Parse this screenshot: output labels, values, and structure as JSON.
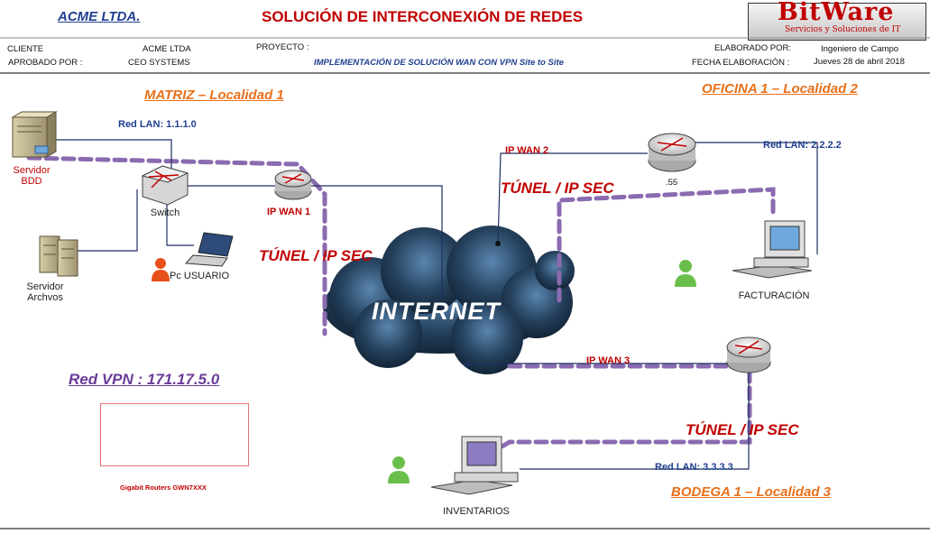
{
  "header": {
    "company": "ACME LTDA.",
    "title": "SOLUCIÓN DE INTERCONEXIÓN DE REDES",
    "logo_brand": "BitWare",
    "logo_tagline": "Servicios y Soluciones de IT"
  },
  "meta": {
    "client_label": "CLIENTE",
    "client_value": "ACME LTDA",
    "approved_label": "APROBADO  POR  :",
    "approved_value": "CEO SYSTEMS",
    "project_label": "PROYECTO  :",
    "project_value": "IMPLEMENTACIÓN DE SOLUCIÓN WAN CON VPN Site to Site",
    "prepared_label": "ELABORADO POR:",
    "prepared_value": "Ingeniero de Campo",
    "date_label": "FECHA ELABORACIÓN  :",
    "date_value": "Jueves 28 de abril 2018"
  },
  "sites": {
    "matriz": {
      "title": "MATRIZ – Localidad 1",
      "lan": "Red LAN: 1.1.1.0",
      "server_bdd": "Servidor\nBDD",
      "server_files": "Servidor\nArchvos",
      "switch": "Switch",
      "pc": "Pc USUARIO",
      "wan": "IP WAN 1"
    },
    "oficina": {
      "title": "OFICINA 1 – Localidad 2",
      "lan": "Red LAN: 2.2.2.2",
      "wan": "IP WAN 2",
      "router_note": ".55",
      "pc": "FACTURACIÓN"
    },
    "bodega": {
      "title": "BODEGA 1 –  Localidad 3",
      "lan": "Red LAN: 3.3.3.3",
      "wan": "IP WAN 3",
      "pc": "INVENTARIOS"
    }
  },
  "tunnels": [
    "TÚNEL  / IP SEC",
    "TÚNEL  / IP SEC",
    "TÚNEL  / IP SEC"
  ],
  "cloud_label": "INTERNET",
  "vpn_network": "Red VPN : 171.17.5.0",
  "product_caption": "Gigabit Routers GWN7XXX",
  "colors": {
    "tunnel": "#8a6bb0",
    "link": "#1f2f5f",
    "title_red": "#c00000",
    "location_orange": "#e8701a",
    "vpn_purple": "#6a3d9a"
  },
  "icons": [
    "server-icon",
    "switch-icon",
    "router-icon",
    "laptop-icon",
    "desktop-icon",
    "user-icon",
    "cloud-icon",
    "router-product-icon"
  ]
}
